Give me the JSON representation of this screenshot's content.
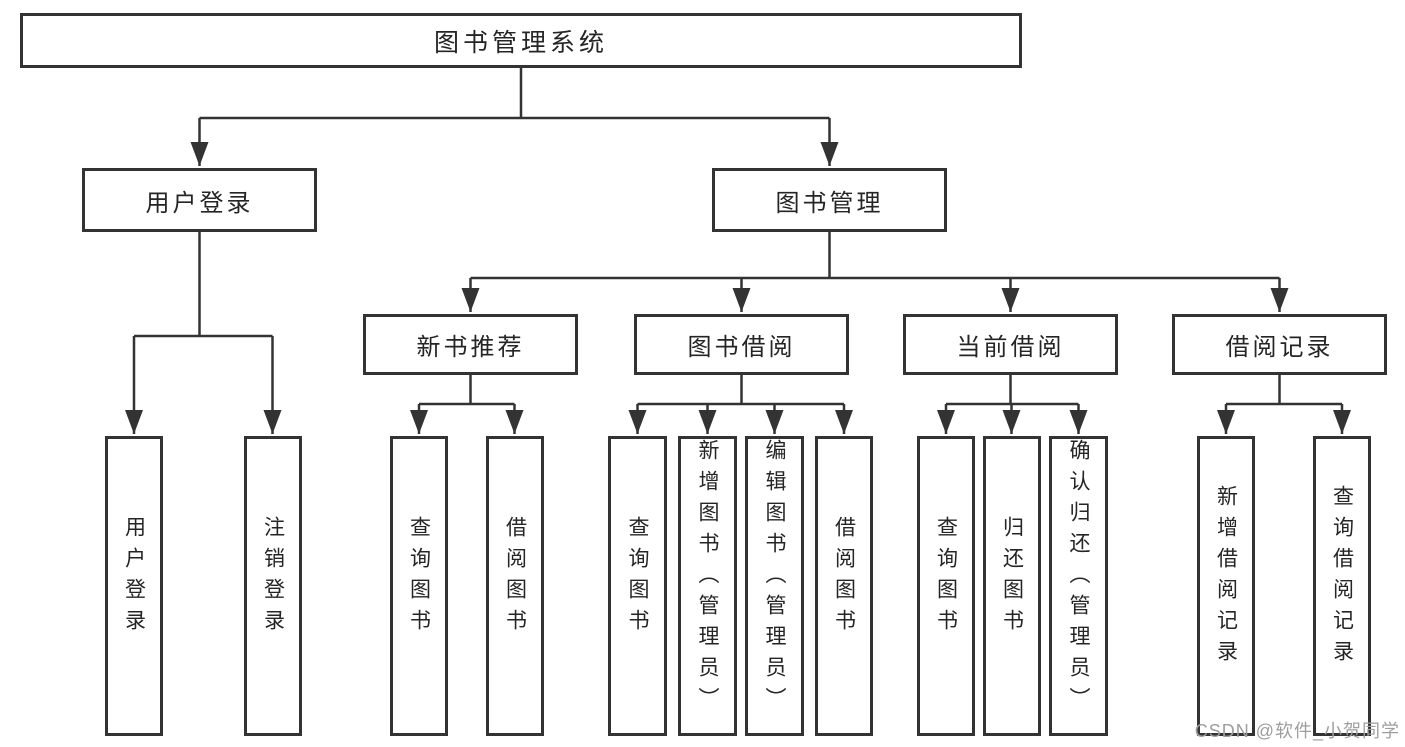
{
  "diagram": {
    "root": {
      "label": "图书管理系统"
    },
    "branches": [
      {
        "label": "用户登录",
        "children": [
          {
            "label": "用户登录"
          },
          {
            "label": "注销登录"
          }
        ]
      },
      {
        "label": "图书管理",
        "children": [
          {
            "label": "新书推荐",
            "children": [
              {
                "label": "查询图书"
              },
              {
                "label": "借阅图书"
              }
            ]
          },
          {
            "label": "图书借阅",
            "children": [
              {
                "label": "查询图书"
              },
              {
                "label": "新增图书（管理员）"
              },
              {
                "label": "编辑图书（管理员）"
              },
              {
                "label": "借阅图书"
              }
            ]
          },
          {
            "label": "当前借阅",
            "children": [
              {
                "label": "查询图书"
              },
              {
                "label": "归还图书"
              },
              {
                "label": "确认归还（管理员）"
              }
            ]
          },
          {
            "label": "借阅记录",
            "children": [
              {
                "label": "新增借阅记录"
              },
              {
                "label": "查询借阅记录"
              }
            ]
          }
        ]
      }
    ]
  },
  "watermark": {
    "text": "CSDN @软件_小贺同学"
  },
  "colors": {
    "line": "#333333",
    "text": "#252525",
    "watermark": "#9e9e9e",
    "background": "#ffffff"
  }
}
